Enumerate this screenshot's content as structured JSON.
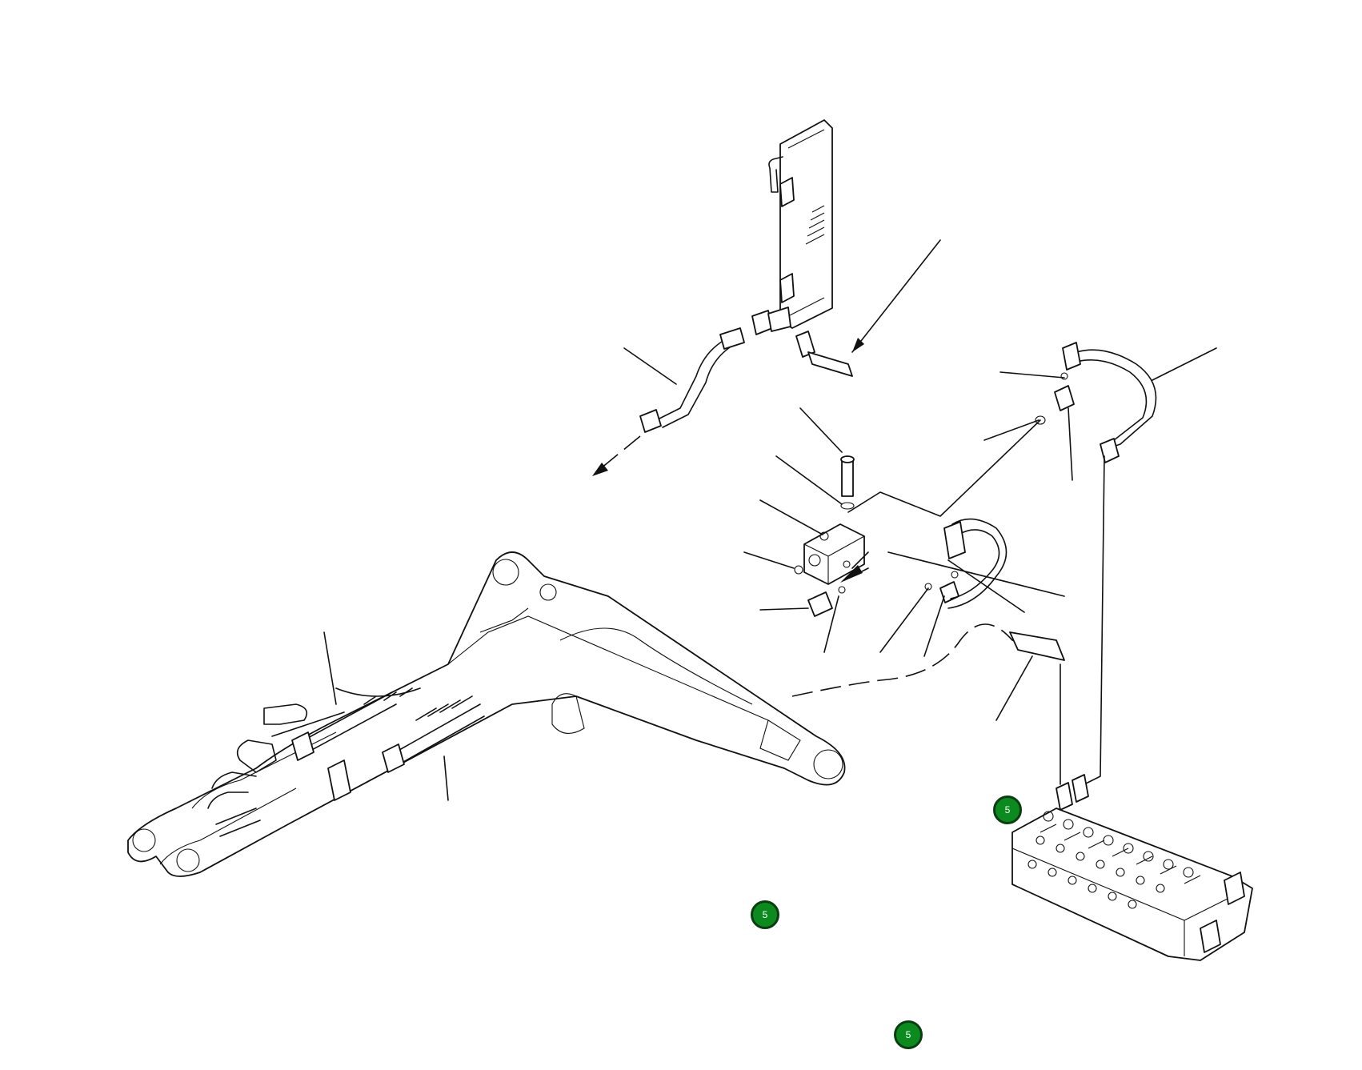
{
  "diagram": {
    "accent_color": "#0b8a1e",
    "callouts": [
      {
        "id": "callout-1",
        "label": "5"
      },
      {
        "id": "callout-2",
        "label": "5"
      },
      {
        "id": "callout-3",
        "label": "5"
      }
    ]
  }
}
